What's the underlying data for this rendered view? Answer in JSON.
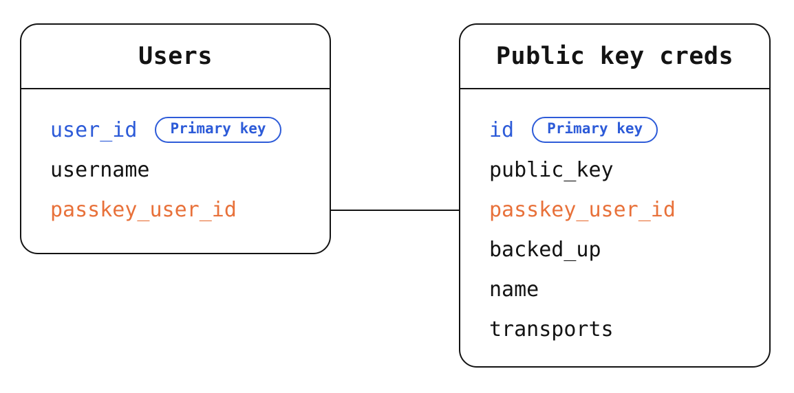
{
  "colors": {
    "ink": "#131313",
    "primary_blue": "#2D5BD8",
    "accent_orange": "#E8713A",
    "background": "#FFFFFF"
  },
  "tables": [
    {
      "title": "Users",
      "fields": [
        {
          "name": "user_id",
          "badge": "Primary key",
          "color": "blue"
        },
        {
          "name": "username",
          "color": "default"
        },
        {
          "name": "passkey_user_id",
          "color": "orange"
        }
      ]
    },
    {
      "title": "Public key creds",
      "fields": [
        {
          "name": "id",
          "badge": "Primary key",
          "color": "blue"
        },
        {
          "name": "public_key",
          "color": "default"
        },
        {
          "name": "passkey_user_id",
          "color": "orange"
        },
        {
          "name": "backed_up",
          "color": "default"
        },
        {
          "name": "name",
          "color": "default"
        },
        {
          "name": "transports",
          "color": "default"
        }
      ]
    }
  ],
  "relationship": {
    "from": "Users.passkey_user_id",
    "to": "Public key creds.passkey_user_id"
  }
}
